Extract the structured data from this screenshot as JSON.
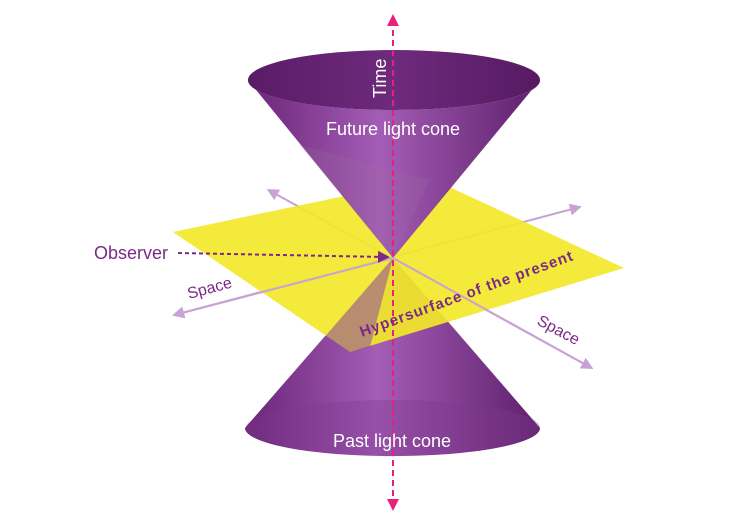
{
  "labels": {
    "time": "Time",
    "future_cone": "Future light cone",
    "past_cone": "Past light cone",
    "observer": "Observer",
    "space_left": "Space",
    "space_right": "Space",
    "hypersurface": "Hypersurface of the present"
  },
  "colors": {
    "cone_dark": "#5e1f6b",
    "cone_mid": "#8e4aa0",
    "cone_light": "#a45db5",
    "plane": "#f2e82a",
    "time_axis": "#e8207a",
    "space_axis": "#c7a2d4",
    "observer_text": "#7a2a86",
    "label_white": "#ffffff"
  }
}
